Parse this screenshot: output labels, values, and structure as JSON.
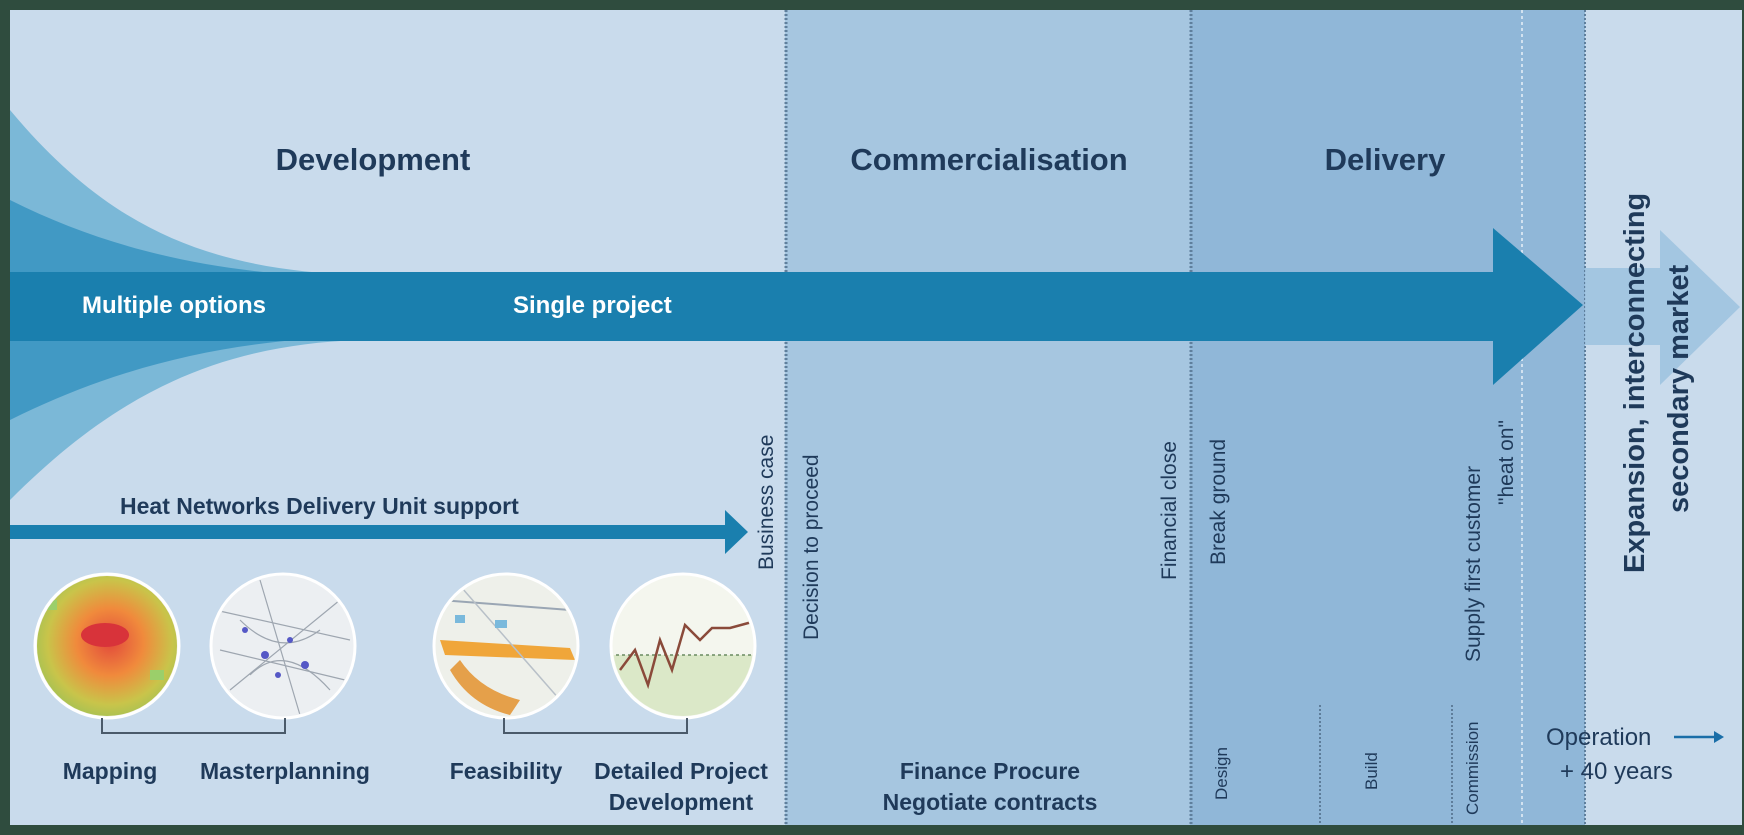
{
  "phases": {
    "development": "Development",
    "commercialisation": "Commercialisation",
    "delivery": "Delivery"
  },
  "main_arrow": {
    "multiple_options": "Multiple options",
    "single_project": "Single project"
  },
  "support_arrow": {
    "label": "Heat Networks Delivery Unit support"
  },
  "milestones": {
    "business_case": "Business case",
    "decision_to_proceed": "Decision to proceed",
    "financial_close": "Financial close",
    "break_ground": "Break ground",
    "supply_first_customer": "Supply first customer",
    "heat_on": "\"heat on\""
  },
  "development_steps": {
    "mapping": "Mapping",
    "masterplanning": "Masterplanning",
    "feasibility": "Feasibility",
    "detailed_line1": "Detailed Project",
    "detailed_line2": "Development"
  },
  "commercialisation_steps": {
    "line1": "Finance Procure",
    "line2": "Negotiate contracts"
  },
  "delivery_steps": {
    "design": "Design",
    "build": "Build",
    "commission": "Commission"
  },
  "operation": {
    "label": "Operation",
    "duration": "+ 40 years"
  },
  "expansion": {
    "line1": "Expansion, interconnecting",
    "line2": "secondary market"
  },
  "colors": {
    "background_panel": "#c9dbec",
    "commercialisation_band": "#a6c6e0",
    "delivery_band": "#90b7d8",
    "arrow": "#1a7fae",
    "text": "#1f3a5a",
    "frame": "#2f4c3e"
  },
  "icons": [
    "heat-map-icon",
    "masterplan-map-icon",
    "feasibility-map-icon",
    "project-chart-icon"
  ]
}
